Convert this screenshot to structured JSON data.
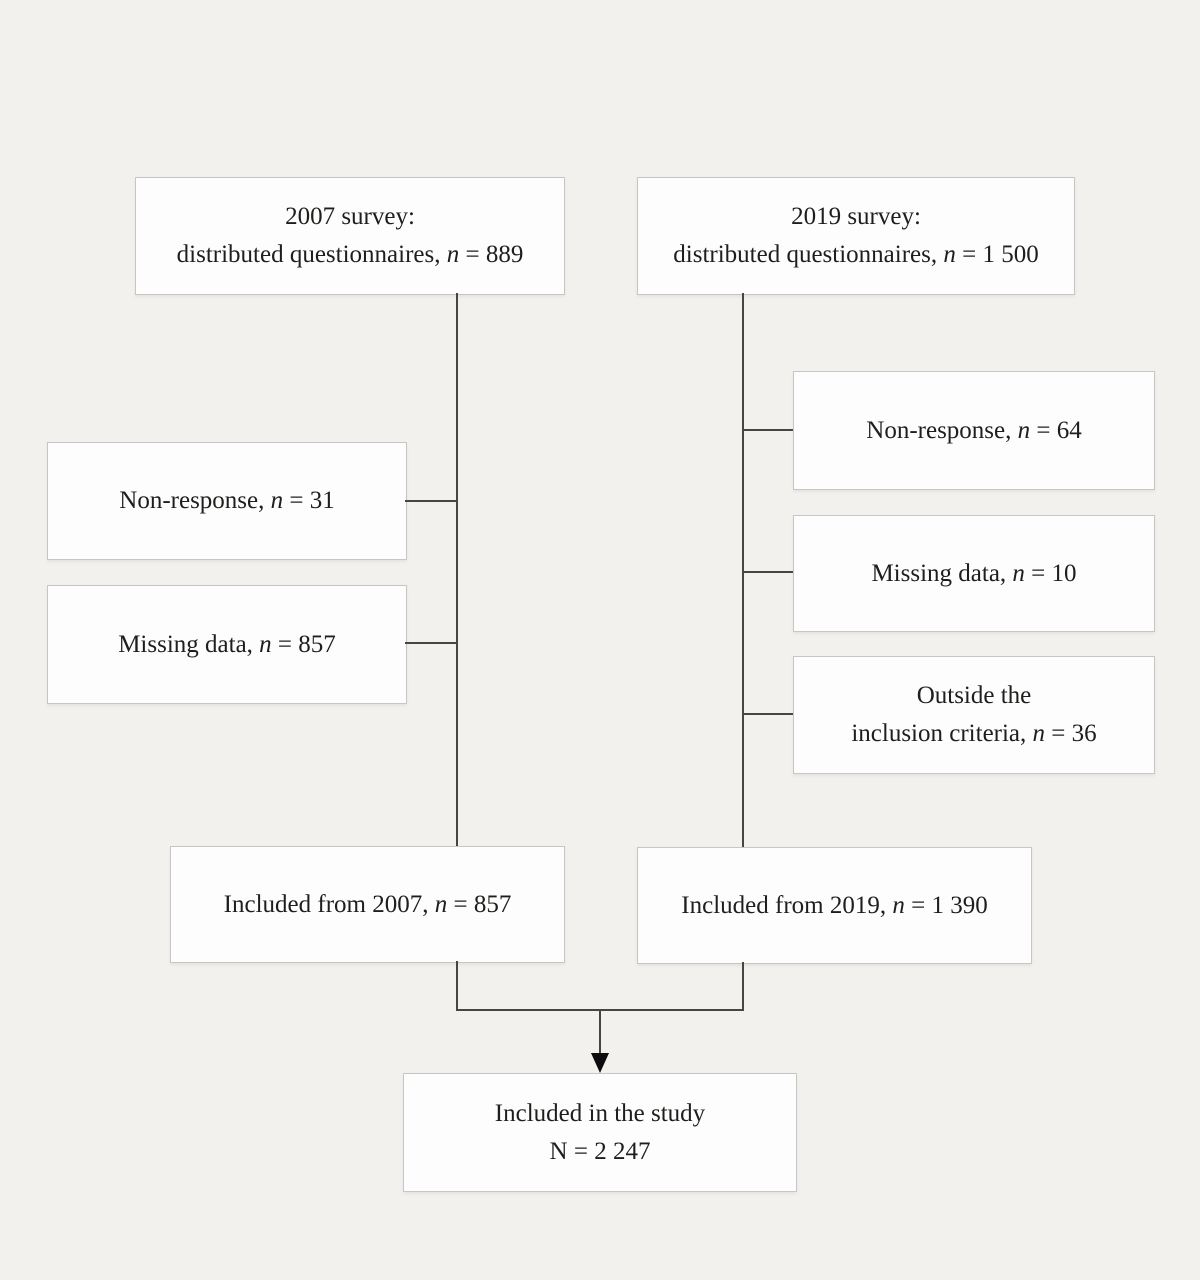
{
  "figure_type": "study-inclusion-flowchart",
  "colors": {
    "background": "#f2f1ee",
    "box_fill": "#fdfdfd",
    "box_border": "#c7c6c4",
    "connector": "#454545",
    "text": "#1e1e1c",
    "arrowhead": "#0d0d0d"
  },
  "boxes": {
    "survey2007": {
      "line1": "2007 survey:",
      "line2_pre": "distributed questionnaires, ",
      "n": "n",
      "line2_post": " = 889"
    },
    "survey2019": {
      "line1": "2019 survey:",
      "line2_pre": "distributed questionnaires, ",
      "n": "n",
      "line2_post": " = 1 500"
    },
    "nonresponse2007": {
      "pre": "Non-response, ",
      "n": "n",
      "post": " = 31"
    },
    "missing2007": {
      "pre": "Missing data, ",
      "n": "n",
      "post": " = 857"
    },
    "nonresponse2019": {
      "pre": "Non-response, ",
      "n": "n",
      "post": " = 64"
    },
    "missing2019": {
      "pre": "Missing data, ",
      "n": "n",
      "post": " = 10"
    },
    "outside2019": {
      "line1": "Outside the",
      "line2_pre": "inclusion criteria, ",
      "n": "n",
      "line2_post": " = 36"
    },
    "included2007": {
      "pre": "Included from 2007, ",
      "n": "n",
      "post": " = 857"
    },
    "included2019": {
      "pre": "Included from 2019, ",
      "n": "n",
      "post": " = 1 390"
    },
    "final": {
      "line1": "Included in the study",
      "line2": "N = 2 247"
    }
  }
}
